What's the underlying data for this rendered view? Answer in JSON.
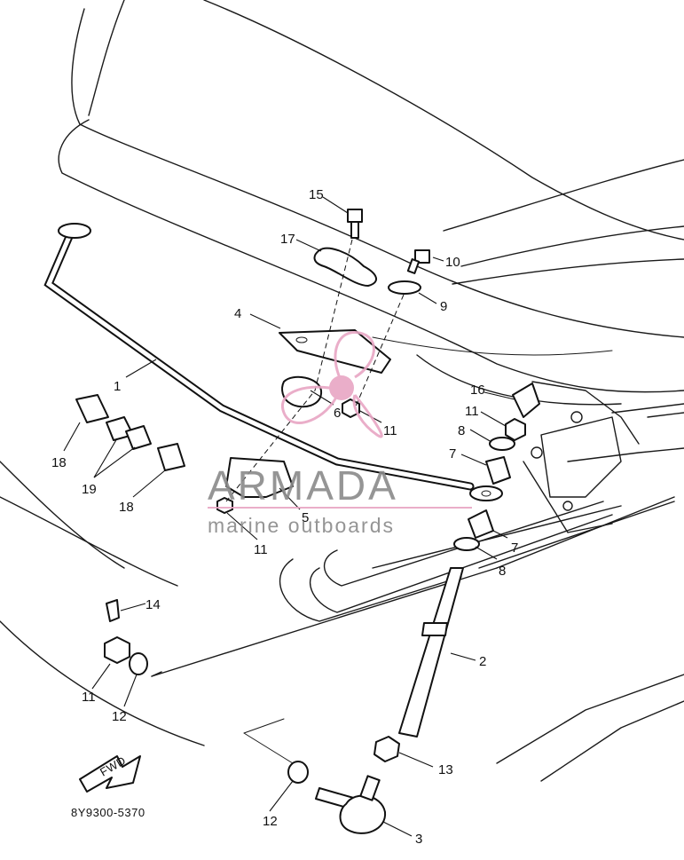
{
  "diagram": {
    "drawing_code": "8Y9300-5370",
    "fwd_label": "FWD",
    "watermark": {
      "brand": "ARMADA",
      "tagline": "marine outboards",
      "accent_color": "#e8a6c4"
    },
    "callouts": [
      {
        "id": "c1",
        "label": "1"
      },
      {
        "id": "c2",
        "label": "2"
      },
      {
        "id": "c3",
        "label": "3"
      },
      {
        "id": "c4",
        "label": "4"
      },
      {
        "id": "c5",
        "label": "5"
      },
      {
        "id": "c6",
        "label": "6"
      },
      {
        "id": "c7a",
        "label": "7"
      },
      {
        "id": "c7b",
        "label": "7"
      },
      {
        "id": "c8a",
        "label": "8"
      },
      {
        "id": "c8b",
        "label": "8"
      },
      {
        "id": "c9",
        "label": "9"
      },
      {
        "id": "c10",
        "label": "10"
      },
      {
        "id": "c11a",
        "label": "11"
      },
      {
        "id": "c11b",
        "label": "11"
      },
      {
        "id": "c11c",
        "label": "11"
      },
      {
        "id": "c11d",
        "label": "11"
      },
      {
        "id": "c12a",
        "label": "12"
      },
      {
        "id": "c12b",
        "label": "12"
      },
      {
        "id": "c13",
        "label": "13"
      },
      {
        "id": "c14",
        "label": "14"
      },
      {
        "id": "c15",
        "label": "15"
      },
      {
        "id": "c16",
        "label": "16"
      },
      {
        "id": "c17",
        "label": "17"
      },
      {
        "id": "c18a",
        "label": "18"
      },
      {
        "id": "c18b",
        "label": "18"
      },
      {
        "id": "c19",
        "label": "19"
      }
    ]
  }
}
